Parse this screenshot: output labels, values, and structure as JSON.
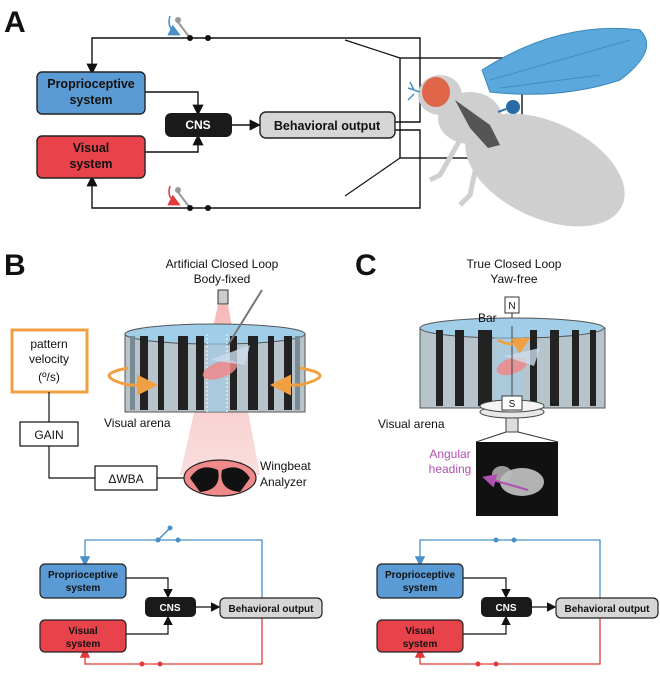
{
  "colors": {
    "proprio": "#5b9bd5",
    "visual": "#e8434b",
    "cns": "#1a1a1a",
    "output": "#d6d6d6",
    "blue_line": "#4a90c8",
    "red_line": "#e03a3a",
    "orange": "#f0a040",
    "purple": "#b050b0"
  },
  "panel_a": {
    "letter": "A",
    "proprio_label_1": "Proprioceptive",
    "proprio_label_2": "system",
    "visual_label_1": "Visual",
    "visual_label_2": "system",
    "cns_label": "CNS",
    "output_label": "Behavioral output"
  },
  "panel_b": {
    "letter": "B",
    "title_1": "Artificial Closed Loop",
    "title_2": "Body-fixed",
    "pattern_1": "pattern",
    "pattern_2": "velocity",
    "pattern_3": "(º/s)",
    "gain": "GAIN",
    "dwba": "ΔWBA",
    "visual_arena": "Visual arena",
    "wingbeat_1": "Wingbeat",
    "wingbeat_2": "Analyzer",
    "proprio_label_1": "Proprioceptive",
    "proprio_label_2": "system",
    "visual_label_1": "Visual",
    "visual_label_2": "system",
    "cns_label": "CNS",
    "output_label": "Behavioral output"
  },
  "panel_c": {
    "letter": "C",
    "title_1": "True Closed Loop",
    "title_2": "Yaw-free",
    "north": "N",
    "south": "S",
    "bar": "Bar",
    "visual_arena": "Visual arena",
    "angular_1": "Angular",
    "angular_2": "heading",
    "proprio_label_1": "Proprioceptive",
    "proprio_label_2": "system",
    "visual_label_1": "Visual",
    "visual_label_2": "system",
    "cns_label": "CNS",
    "output_label": "Behavioral output"
  }
}
